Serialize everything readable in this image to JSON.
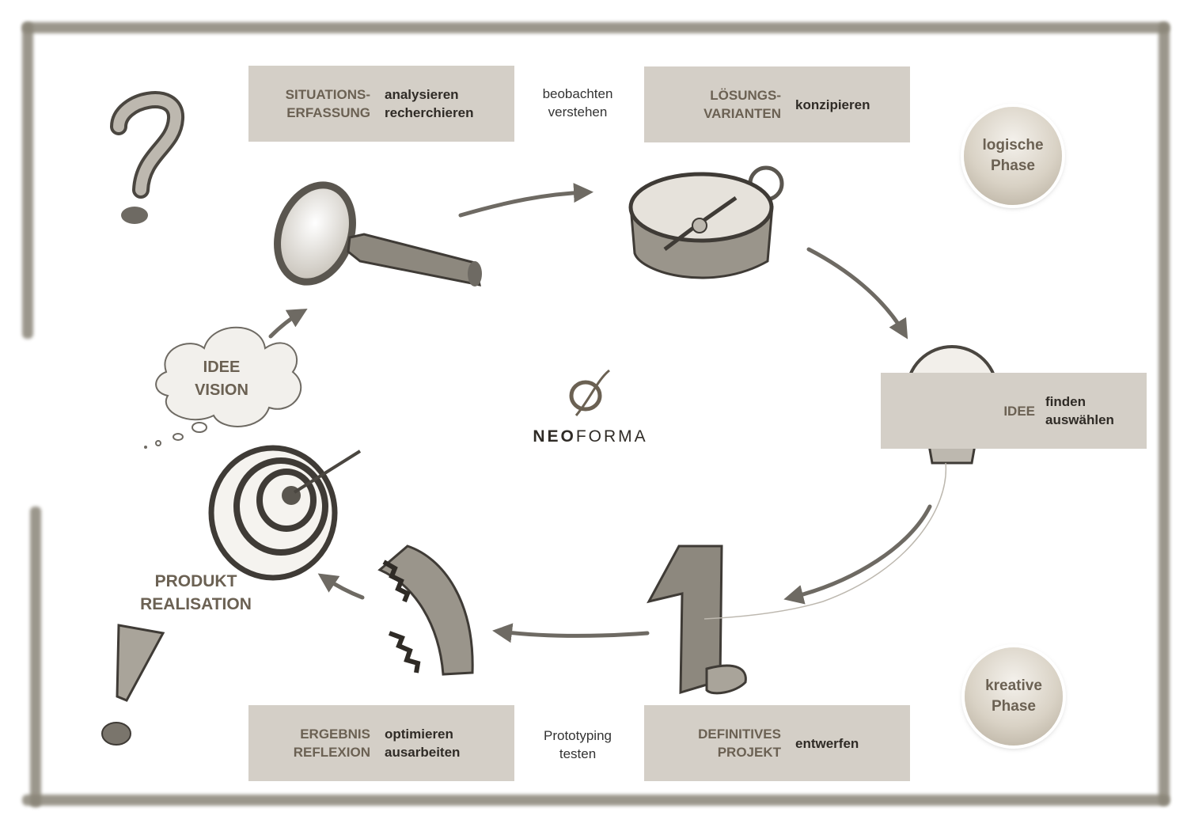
{
  "boxes": {
    "situation": {
      "key_line1": "SITUATIONS-",
      "key_line2": "ERFASSUNG",
      "val_line1": "analysieren",
      "val_line2": "recherchieren"
    },
    "loesung": {
      "key_line1": "LÖSUNGS-",
      "key_line2": "VARIANTEN",
      "val_line1": "konzipieren"
    },
    "idee": {
      "key_line1": "IDEE",
      "val_line1": "finden",
      "val_line2": "auswählen"
    },
    "definitiv": {
      "key_line1": "DEFINITIVES",
      "key_line2": "PROJEKT",
      "val_line1": "entwerfen"
    },
    "ergebnis": {
      "key_line1": "ERGEBNIS",
      "key_line2": "REFLEXION",
      "val_line1": "optimieren",
      "val_line2": "ausarbeiten"
    }
  },
  "mid_top": {
    "line1": "beobachten",
    "line2": "verstehen"
  },
  "mid_bottom": {
    "line1": "Prototyping",
    "line2": "testen"
  },
  "phases": {
    "logisch": {
      "line1": "logische",
      "line2": "Phase"
    },
    "kreativ": {
      "line1": "kreative",
      "line2": "Phase"
    }
  },
  "cloud": {
    "line1": "IDEE",
    "line2": "VISION"
  },
  "produkt": {
    "line1": "PRODUKT",
    "line2": "REALISATION"
  },
  "logo": {
    "text_bold": "NEO",
    "text_light": "FORMA"
  },
  "colors": {
    "box_bg": "#d4cfc7",
    "accent": "#6b6153",
    "frame": "#8a8578"
  }
}
